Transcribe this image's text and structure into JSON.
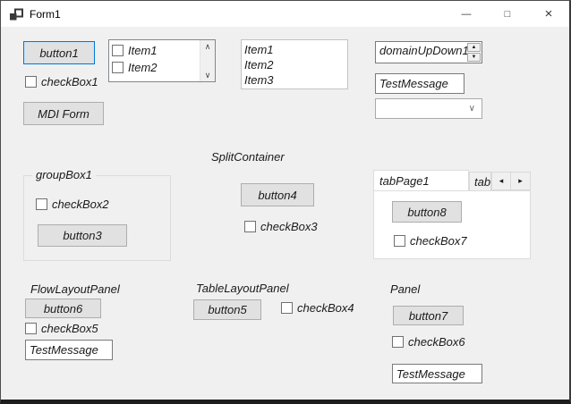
{
  "titlebar": {
    "title": "Form1",
    "minimize_glyph": "—",
    "maximize_glyph": "□",
    "close_glyph": "×"
  },
  "colors": {
    "focus_accent": "#0078d7",
    "form_background": "#f0f0f0",
    "titlebar_background": "#ffffff",
    "button_face": "#e1e1e1"
  },
  "glyphs": {
    "scroll_up": "∧",
    "scroll_down": "∨",
    "spin_up": "▲",
    "spin_down": "▼",
    "combo_dropdown": "∨",
    "tab_scroll_left": "◂",
    "tab_scroll_right": "▸"
  },
  "top_row": {
    "button1_label": "button1",
    "checked_list_items": [
      "Item1",
      "Item2"
    ],
    "list_items": [
      "Item1",
      "Item2",
      "Item3"
    ],
    "domain_updown_value": "domainUpDown1",
    "textbox_value": "TestMessage",
    "checkbox1_label": "checkBox1",
    "mdi_button_label": "MDI Form"
  },
  "middle_row": {
    "split_container_label": "SplitContainer",
    "groupbox_title": "groupBox1",
    "checkbox2_label": "checkBox2",
    "button3_label": "button3",
    "button4_label": "button4",
    "checkbox3_label": "checkBox3",
    "tab1_label": "tabPage1",
    "tab2_label_clipped": "tabP",
    "button8_label": "button8",
    "checkbox7_label": "checkBox7"
  },
  "bottom_row": {
    "flow_panel_label": "FlowLayoutPanel",
    "button6_label": "button6",
    "checkbox5_label": "checkBox5",
    "flow_textbox_value": "TestMessage",
    "table_panel_label": "TableLayoutPanel",
    "button5_label": "button5",
    "checkbox4_label": "checkBox4",
    "panel_label": "Panel",
    "button7_label": "button7",
    "checkbox6_label": "checkBox6",
    "panel_textbox_value": "TestMessage"
  }
}
